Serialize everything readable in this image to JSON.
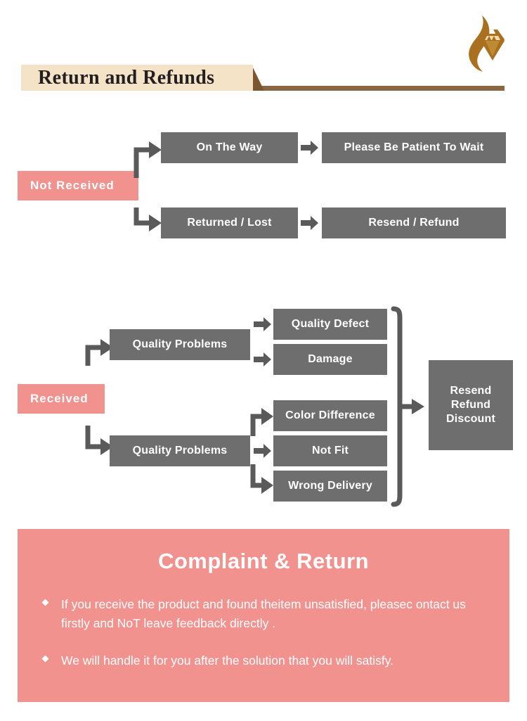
{
  "header": {
    "title": "Return and Refunds",
    "logo_icon": "flame-diamond-logo",
    "logo_color": "#a9711f",
    "banner_bg": "#f5e3c8",
    "banner_rule": "#8a6642"
  },
  "theme": {
    "box_gray": "#6e6e6e",
    "pink": "#f2928e",
    "text_white": "#ffffff",
    "page_bg": "#ffffff"
  },
  "flow_not_received": {
    "label": "Not Received",
    "branches": [
      {
        "step": "On The Way",
        "result": "Please Be Patient To Wait"
      },
      {
        "step": "Returned / Lost",
        "result": "Resend / Refund"
      }
    ]
  },
  "flow_received": {
    "label": "Received",
    "groups": [
      {
        "step": "Quality Problems",
        "reasons": [
          "Quality Defect",
          "Damage"
        ]
      },
      {
        "step": "Quality Problems",
        "reasons": [
          "Color Difference",
          "Not Fit",
          "Wrong Delivery"
        ]
      }
    ],
    "outcome": [
      "Resend",
      "Refund",
      "Discount"
    ]
  },
  "complaint": {
    "title": "Complaint & Return",
    "bullets": [
      "If you receive the product and found theitem unsatisfied, pleasec ontact us firstly and NoT leave feedback directly .",
      "We will handle it for you after the solution that you will satisfy."
    ]
  }
}
